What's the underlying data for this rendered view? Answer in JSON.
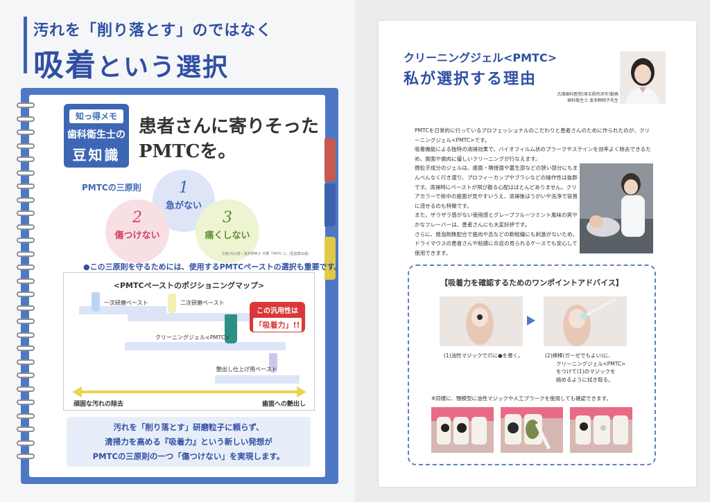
{
  "left": {
    "headline_line1": "汚れを「削り落とす」のではなく",
    "headline_big": "吸着",
    "headline_rest": "という選択",
    "memo": {
      "top": "知っ得メモ",
      "mid": "歯科衛生士の",
      "bot": "豆知識"
    },
    "card_title_line1": "患者さんに寄りそった",
    "card_title_line2": "PMTCを。",
    "principles_title": "PMTCの三原則",
    "principles": [
      {
        "num": "1",
        "label": "急がない"
      },
      {
        "num": "2",
        "label": "傷つけない"
      },
      {
        "num": "3",
        "label": "痛くしない"
      }
    ],
    "citation": "引用:内山茂・波多野映子 共著「PMTC 2」(医歯薬出版)",
    "note_line": "●この三原則を守るためには、使用するPMTCペーストの選択も重要です。",
    "map": {
      "title": "<PMTCペーストのポジショニングマップ>",
      "items": [
        {
          "label": "一次研磨ペースト"
        },
        {
          "label": "二次研磨ペースト"
        },
        {
          "label": "クリーニングジェル<PMTC>"
        },
        {
          "label": "艶出し仕上げ用ペースト"
        }
      ],
      "callout_line1": "この汎用性は",
      "callout_line2": "「吸着力」!!",
      "left_end": "頑固な汚れの除去",
      "right_end": "歯面への艶出し"
    },
    "summary": [
      "汚れを「削り落とす」研磨粒子に頼らず、",
      "清掃力を高める『吸着力』という新しい発想が",
      "PMTCの三原則の一つ「傷つけない」を実現します。"
    ],
    "colors": {
      "brand_blue": "#3f62b0",
      "accent_red": "#d93838",
      "arrow_yellow": "#e9d64e"
    }
  },
  "right": {
    "subtitle": "クリーニングジェル<PMTC>",
    "title": "私が選択する理由",
    "credit_line1": "古畑歯科医院(埼玉県所沢市)勤務",
    "credit_line2": "歯科衛生士 波多野映子先生",
    "paragraphs": [
      "PMTCを日常的に行っているプロフェッショナルのこだわりと患者さんのために作られたのが、クリーニングジェル<PMTC>です。",
      "吸着機能による独特の清掃効果で、バイオフィルム状のプラークやステインを効率よく除去できるため、歯面や歯肉に優しいクリーニングが行なえます。",
      "微粒子成分のジェルは、歯面・隣接面や叢生部などの狭い部分にもまんべんなく行き渡り、プロフィーカップやブラシなどの操作性は抜群です。清掃時にペーストが飛び散る心配はほとんどありません。クリアカラーで術中の歯面が見やすいうえ、清掃後はうがいや洗浄で容易に流せるのも特徴です。",
      "また、ザラザラ感がない使用感とグレープフルーツミント風味の爽やかなフレーバーは、患者さんにも大変好評です。",
      "さらに、発泡剤無配合で歯肉や舌などの軟組織にも刺激がないため、ドライマウスの患者さんや粘膜に炎症の見られるケースでも安心して使用できます。"
    ],
    "advice": {
      "title": "【吸着力を確認するためのワンポイントアドバイス】",
      "step1": "(1)油性マジックで爪に●を書く。",
      "step2_line1": "(2)綿棒(ガーゼでもよい)に、",
      "step2_line2": "クリーニングジェル<PMTC>",
      "step2_line3": "をつけて(1)のマジックを",
      "step2_line4": "絡めるように拭き取る。",
      "also": "※同様に、顎模型に油性マジックや人工プラークを使用しても確認できます。"
    }
  }
}
